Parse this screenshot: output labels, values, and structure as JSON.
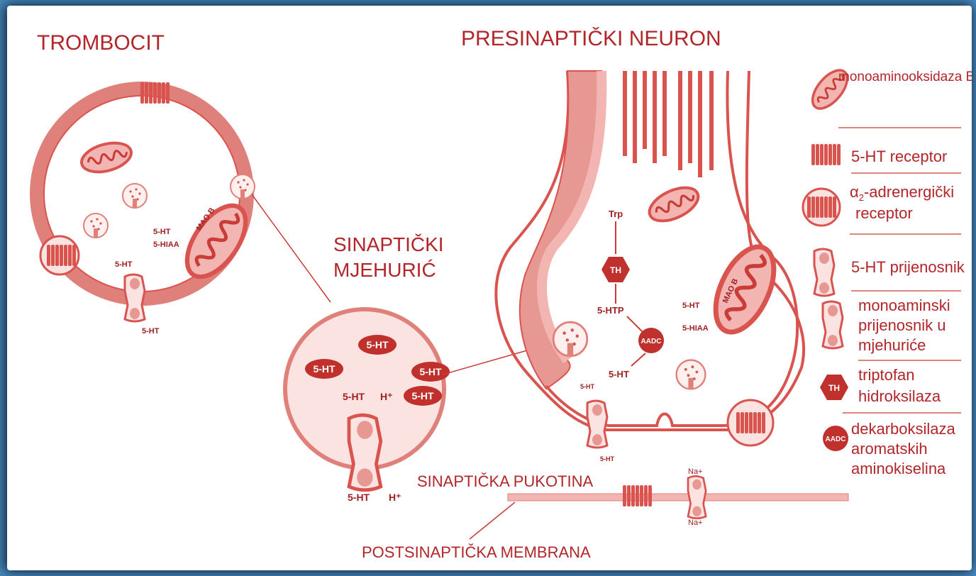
{
  "titles": {
    "platelet": "TROMBOCIT",
    "presynaptic": "PRESINAPTIČKI NEURON",
    "vesicle_1": "SINAPTIČKI",
    "vesicle_2": "MJEHURIĆ",
    "cleft": "SINAPTIČKA PUKOTINA",
    "postsynaptic": "POSTSINAPTIČKA MEMBRANA"
  },
  "labels": {
    "serotonin": "5-HT",
    "hiaa": "5-HIAA",
    "proton": "H⁺",
    "trp": "Trp",
    "htp": "5-HTP",
    "th": "TH",
    "aadc": "AADC",
    "mao": "MAO B",
    "sodium": "Na+"
  },
  "legend": {
    "mao": "monoaminooksidaza B",
    "receptor": "5-HT receptor",
    "alpha_1": "α",
    "alpha_sub": "2",
    "alpha_2": "-adrenergički",
    "alpha_3": "receptor",
    "transporter": "5-HT prijenosnik",
    "vmat_1": "monoaminski",
    "vmat_2": "prijenosnik u",
    "vmat_3": "mjehuriće",
    "th_1": "triptofan",
    "th_2": "hidroksilaza",
    "aadc_1": "dekarboksilaza",
    "aadc_2": "aromatskih",
    "aadc_3": "aminokiselina"
  },
  "colors": {
    "main": "#d9534f",
    "light": "#f2b5b1",
    "text": "#b2262a",
    "frame": "#4a90c8"
  }
}
